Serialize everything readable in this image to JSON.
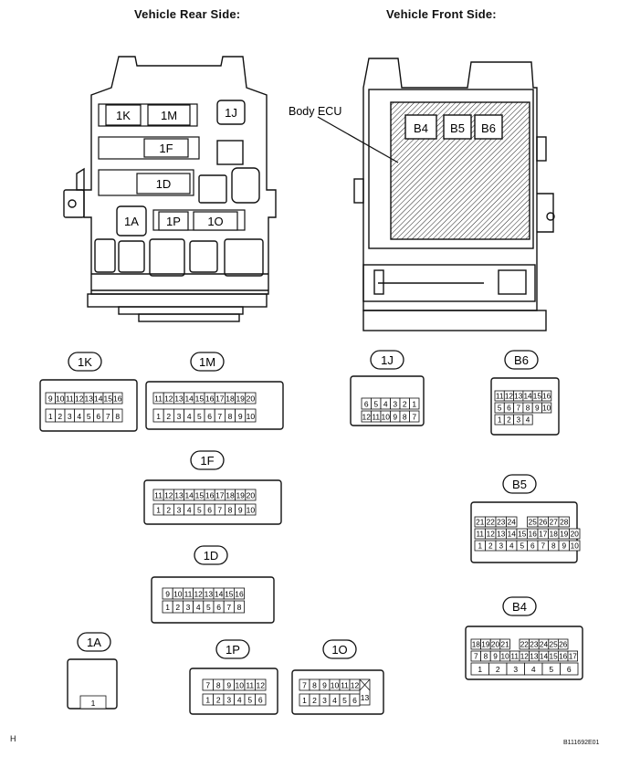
{
  "headers": {
    "rear": "Vehicle Rear Side:",
    "front": "Vehicle Front Side:"
  },
  "rear_box_labels": [
    "1K",
    "1M",
    "1J",
    "1F",
    "1D",
    "1A",
    "1P",
    "1O"
  ],
  "front_box": {
    "ecu_label": "Body ECU",
    "connectors": [
      "B4",
      "B5",
      "B6"
    ]
  },
  "connectors": [
    {
      "id": "1K",
      "rows": [
        [
          "9",
          "10",
          "11",
          "12",
          "13",
          "14",
          "15",
          "16"
        ],
        [
          "1",
          "2",
          "3",
          "4",
          "5",
          "6",
          "7",
          "8"
        ]
      ]
    },
    {
      "id": "1M",
      "rows": [
        [
          "11",
          "12",
          "13",
          "14",
          "15",
          "16",
          "17",
          "18",
          "19",
          "20"
        ],
        [
          "1",
          "2",
          "3",
          "4",
          "5",
          "6",
          "7",
          "8",
          "9",
          "10"
        ]
      ]
    },
    {
      "id": "1J",
      "rows": [
        [
          "6",
          "5",
          "4",
          "3",
          "2",
          "1"
        ],
        [
          "12",
          "11",
          "10",
          "9",
          "8",
          "7"
        ]
      ]
    },
    {
      "id": "B6",
      "rows": [
        [
          "11",
          "12",
          "13",
          "14",
          "15",
          "16"
        ],
        [
          "5",
          "6",
          "7",
          "8",
          "9",
          "10"
        ],
        [
          "1",
          "2",
          "3",
          "4"
        ]
      ]
    },
    {
      "id": "1F",
      "rows": [
        [
          "11",
          "12",
          "13",
          "14",
          "15",
          "16",
          "17",
          "18",
          "19",
          "20"
        ],
        [
          "1",
          "2",
          "3",
          "4",
          "5",
          "6",
          "7",
          "8",
          "9",
          "10"
        ]
      ]
    },
    {
      "id": "B5",
      "rows": [
        [
          "21",
          "22",
          "23",
          "24",
          "",
          "25",
          "26",
          "27",
          "28"
        ],
        [
          "11",
          "12",
          "13",
          "14",
          "15",
          "16",
          "17",
          "18",
          "19",
          "20"
        ],
        [
          "1",
          "2",
          "3",
          "4",
          "5",
          "6",
          "7",
          "8",
          "9",
          "10"
        ]
      ]
    },
    {
      "id": "1D",
      "rows": [
        [
          "9",
          "10",
          "11",
          "12",
          "13",
          "14",
          "15",
          "16"
        ],
        [
          "1",
          "2",
          "3",
          "4",
          "5",
          "6",
          "7",
          "8"
        ]
      ]
    },
    {
      "id": "B4",
      "rows": [
        [
          "18",
          "19",
          "20",
          "21",
          "",
          "22",
          "23",
          "24",
          "25",
          "26"
        ],
        [
          "7",
          "8",
          "9",
          "10",
          "11",
          "12",
          "13",
          "14",
          "15",
          "16",
          "17"
        ],
        [
          "1",
          "2",
          "3",
          "4",
          "5",
          "6"
        ]
      ]
    },
    {
      "id": "1A",
      "rows": [
        [
          "1"
        ]
      ]
    },
    {
      "id": "1P",
      "rows": [
        [
          "7",
          "8",
          "9",
          "10",
          "11",
          "12"
        ],
        [
          "1",
          "2",
          "3",
          "4",
          "5",
          "6"
        ]
      ]
    },
    {
      "id": "1O",
      "rows": [
        [
          "7",
          "8",
          "9",
          "10",
          "11",
          "12"
        ],
        [
          "1",
          "2",
          "3",
          "4",
          "5",
          "6"
        ]
      ],
      "extra": "13"
    }
  ],
  "footer": {
    "left": "H",
    "right": "B111692E01"
  }
}
